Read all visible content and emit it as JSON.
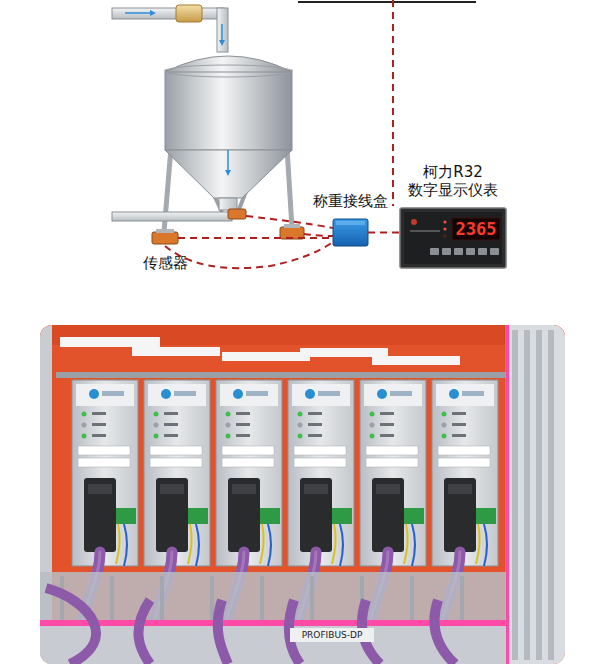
{
  "diagram": {
    "nodes": [
      {
        "text": [
          "传感器"
        ]
      },
      {
        "text": [
          "称重接线盒"
        ]
      },
      {
        "text": [
          "柯力R32 数字显示仪表",
          "2365"
        ]
      }
    ],
    "edges": [
      {
        "from": 0,
        "to": 1,
        "arrow": "none"
      },
      {
        "from": 1,
        "to": 2,
        "arrow": "none"
      }
    ],
    "labels": [
      "PROFIBUS-DP"
    ]
  }
}
